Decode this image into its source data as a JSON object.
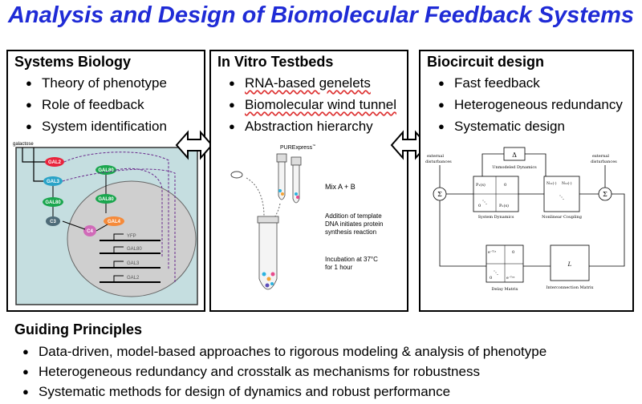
{
  "title": "Analysis and Design of Biomolecular Feedback Systems",
  "boxes": [
    {
      "heading": "Systems Biology",
      "items": [
        "Theory of phenotype",
        "Role of feedback",
        "System identification"
      ]
    },
    {
      "heading": "In Vitro Testbeds",
      "items": [
        "RNA-based genelets",
        "Biomolecular wind tunnel",
        "Abstraction hierarchy"
      ]
    },
    {
      "heading": "Biocircuit design",
      "items": [
        "Fast feedback",
        "Heterogeneous redundancy",
        "Systematic design"
      ]
    }
  ],
  "network": {
    "input": "galactose",
    "nodes": [
      "GAL2",
      "GAL3",
      "GAL80",
      "C3",
      "GAL80",
      "GAL80",
      "C4",
      "GAL4"
    ],
    "genes": [
      "YFP",
      "GAL80",
      "GAL3",
      "GAL2"
    ]
  },
  "testbed": {
    "brand": "PURExpress",
    "trademark": "™",
    "mix": "Mix A + B",
    "addition": [
      "Addition of template",
      "DNA initiates protein",
      "synthesis reaction"
    ],
    "incubation": [
      "Incubation at 37°C",
      "for 1 hour"
    ]
  },
  "block_diagram": {
    "ext_left": [
      "external",
      "disturbances"
    ],
    "ext_right": [
      "external",
      "disturbances"
    ],
    "delta": "Δ",
    "unmodeled": "Unmodeled Dynamics",
    "sum": "Σ",
    "p1": "P₁(s)",
    "zero": "0",
    "dots": "⋱",
    "pn": "Pₙ(s)",
    "system_dynamics": "System Dynamics",
    "n11": "N₁₁(·)",
    "n12": "N₁₂(·)",
    "nonlinear": "Nonlinear Coupling",
    "e1": "e⁻ᵀ¹ˢ",
    "en": "e⁻ᵀⁿˢ",
    "delay": "Delay Matrix",
    "l": "L",
    "interconnection": "Interconnection Matrix"
  },
  "guiding": {
    "heading": "Guiding Principles",
    "items": [
      "Data-driven, model-based approaches to rigorous modeling & analysis of phenotype",
      "Heterogeneous redundancy and crosstalk as mechanisms for robustness",
      "Systematic methods for design of dynamics and robust performance"
    ]
  }
}
